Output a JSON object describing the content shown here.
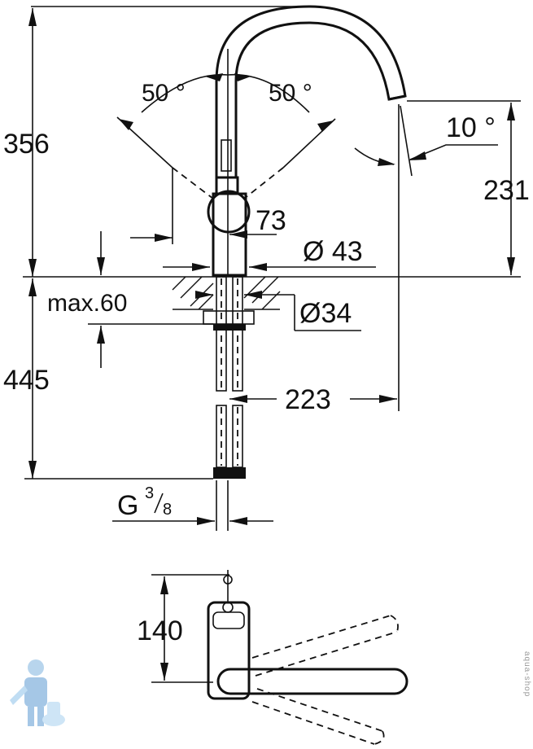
{
  "dimensions": {
    "total_height_above": "356",
    "spout_height": "231",
    "angle_left": "50 °",
    "angle_right": "50 °",
    "spout_angle": "10 °",
    "handle_offset": "73",
    "body_diameter": "Ø 43",
    "max_deck": "max.60",
    "hole_diameter": "Ø34",
    "below_deck": "445",
    "spout_reach": "223",
    "thread_main": "G",
    "thread_num": "3",
    "thread_den": "8",
    "top_view_depth": "140"
  },
  "watermark": "aqua-shop"
}
